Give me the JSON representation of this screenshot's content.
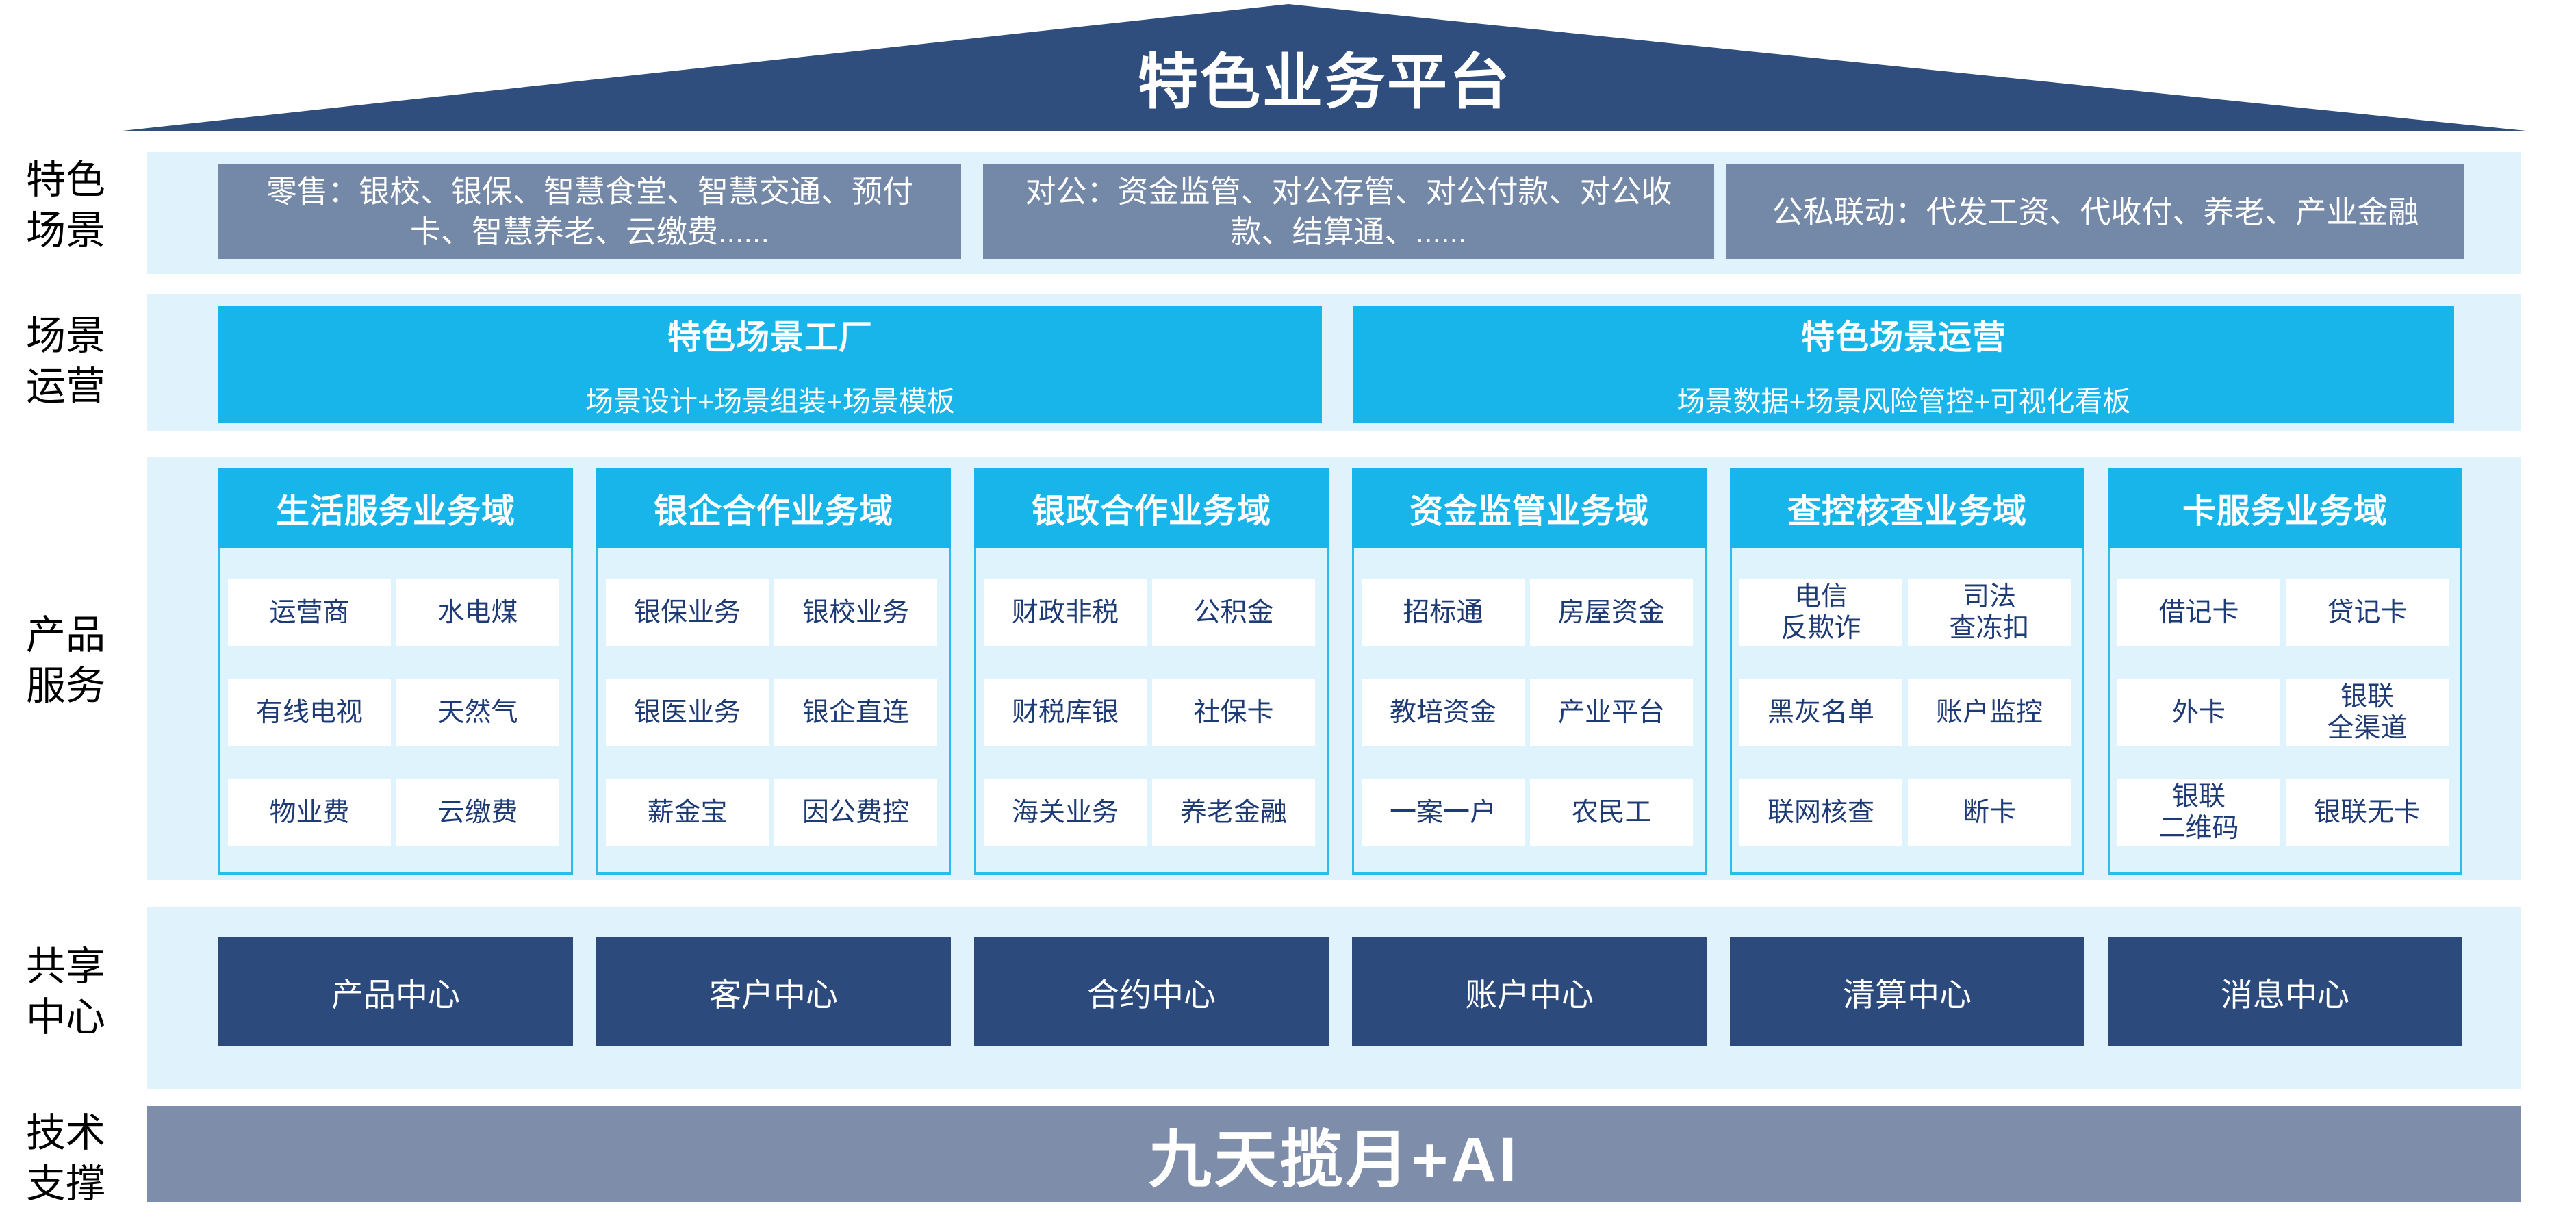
{
  "title": "特色业务平台",
  "scenes": {
    "label": "特色\n场景",
    "boxes": [
      "零售：银校、银保、智慧食堂、智慧交通、预付卡、智慧养老、云缴费......",
      "对公：资金监管、对公存管、对公付款、对公收款、结算通、......",
      "公私联动：代发工资、代收付、养老、产业金融"
    ]
  },
  "operations": {
    "label": "场景\n运营",
    "boxes": [
      {
        "title": "特色场景工厂",
        "subtitle": "场景设计+场景组装+场景模板"
      },
      {
        "title": "特色场景运营",
        "subtitle": "场景数据+场景风险管控+可视化看板"
      }
    ]
  },
  "products": {
    "label": "产品\n服务",
    "columns": [
      {
        "header": "生活服务业务域",
        "cells": [
          "运营商",
          "水电煤",
          "有线电视",
          "天然气",
          "物业费",
          "云缴费"
        ]
      },
      {
        "header": "银企合作业务域",
        "cells": [
          "银保业务",
          "银校业务",
          "银医业务",
          "银企直连",
          "薪金宝",
          "因公费控"
        ]
      },
      {
        "header": "银政合作业务域",
        "cells": [
          "财政非税",
          "公积金",
          "财税库银",
          "社保卡",
          "海关业务",
          "养老金融"
        ]
      },
      {
        "header": "资金监管业务域",
        "cells": [
          "招标通",
          "房屋资金",
          "教培资金",
          "产业平台",
          "一案一户",
          "农民工"
        ]
      },
      {
        "header": "查控核查业务域",
        "cells": [
          "电信\n反欺诈",
          "司法\n查冻扣",
          "黑灰名单",
          "账户监控",
          "联网核查",
          "断卡"
        ]
      },
      {
        "header": "卡服务业务域",
        "cells": [
          "借记卡",
          "贷记卡",
          "外卡",
          "银联\n全渠道",
          "银联\n二维码",
          "银联无卡"
        ]
      }
    ]
  },
  "centers": {
    "label": "共享\n中心",
    "boxes": [
      "产品中心",
      "客户中心",
      "合约中心",
      "账户中心",
      "清算中心",
      "消息中心"
    ]
  },
  "tech": {
    "label": "技术\n支撑",
    "bar": "九天揽月+AI"
  },
  "colors": {
    "roof": "#2F4E7D",
    "scene_box": "#7488A7",
    "cyan": "#17B5E9",
    "band": "#E0F3FC",
    "col_bg": "#DFF3FD",
    "col_border": "#2CBCEC",
    "cell_text": "#1E3B76",
    "center_box": "#2C4B7C",
    "tech_bar": "#7E8DA9",
    "label_text": "#000000"
  }
}
